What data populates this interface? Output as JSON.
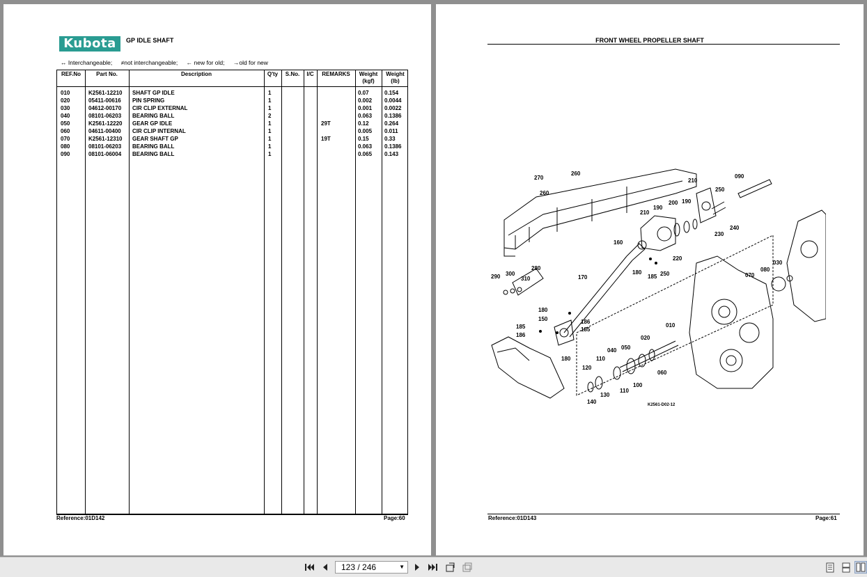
{
  "left_page": {
    "logo_text": "Kubota",
    "title": "GP IDLE SHAFT",
    "legend": [
      "↔ Interchangeable;",
      "≠not interchangeable;",
      "← new for old;",
      "→old for new"
    ],
    "columns": [
      "REF.No",
      "Part No.",
      "Description",
      "Q'ty",
      "S.No.",
      "I/C",
      "REMARKS",
      "Weight (kgf)",
      "Weight (lb)"
    ],
    "rows": [
      {
        "ref": "010",
        "part": "K2561-12210",
        "desc": "SHAFT GP IDLE",
        "qty": "1",
        "remarks": "",
        "kgf": "0.07",
        "lb": "0.154"
      },
      {
        "ref": "020",
        "part": "05411-00616",
        "desc": "PIN SPRING",
        "qty": "1",
        "remarks": "",
        "kgf": "0.002",
        "lb": "0.0044"
      },
      {
        "ref": "030",
        "part": "04612-00170",
        "desc": "CIR CLIP EXTERNAL",
        "qty": "1",
        "remarks": "",
        "kgf": "0.001",
        "lb": "0.0022"
      },
      {
        "ref": "040",
        "part": "08101-06203",
        "desc": "BEARING BALL",
        "qty": "2",
        "remarks": "",
        "kgf": "0.063",
        "lb": "0.1386"
      },
      {
        "ref": "050",
        "part": "K2561-12220",
        "desc": "GEAR GP IDLE",
        "qty": "1",
        "remarks": "29T",
        "kgf": "0.12",
        "lb": "0.264"
      },
      {
        "ref": "060",
        "part": "04611-00400",
        "desc": "CIR CLIP INTERNAL",
        "qty": "1",
        "remarks": "",
        "kgf": "0.005",
        "lb": "0.011"
      },
      {
        "ref": "070",
        "part": "K2561-12310",
        "desc": "GEAR SHAFT GP",
        "qty": "1",
        "remarks": "19T",
        "kgf": "0.15",
        "lb": "0.33"
      },
      {
        "ref": "080",
        "part": "08101-06203",
        "desc": "BEARING BALL",
        "qty": "1",
        "remarks": "",
        "kgf": "0.063",
        "lb": "0.1386"
      },
      {
        "ref": "090",
        "part": "08101-06004",
        "desc": "BEARING BALL",
        "qty": "1",
        "remarks": "",
        "kgf": "0.065",
        "lb": "0.143"
      }
    ],
    "reference": "Reference:01D142",
    "page": "Page:60"
  },
  "right_page": {
    "title": "FRONT WHEEL PROPELLER SHAFT",
    "diagram_code": "K2561-D02-12",
    "callouts": [
      "270",
      "260",
      "260",
      "210",
      "090",
      "250",
      "210",
      "190",
      "200",
      "190",
      "240",
      "230",
      "160",
      "220",
      "250",
      "185",
      "180",
      "280",
      "300",
      "290",
      "310",
      "170",
      "180",
      "150",
      "185",
      "186",
      "186",
      "185",
      "180",
      "010",
      "030",
      "080",
      "070",
      "020",
      "050",
      "040",
      "110",
      "120",
      "100",
      "110",
      "130",
      "140",
      "060"
    ],
    "reference": "Reference:01D143",
    "page": "Page:61"
  },
  "viewer": {
    "page_indicator": "123 / 246",
    "icons": [
      "first-page-icon",
      "previous-page-icon",
      "next-page-icon",
      "last-page-icon",
      "rotate-icon",
      "fit-icon",
      "single-page-icon",
      "continuous-icon",
      "two-page-icon"
    ]
  }
}
